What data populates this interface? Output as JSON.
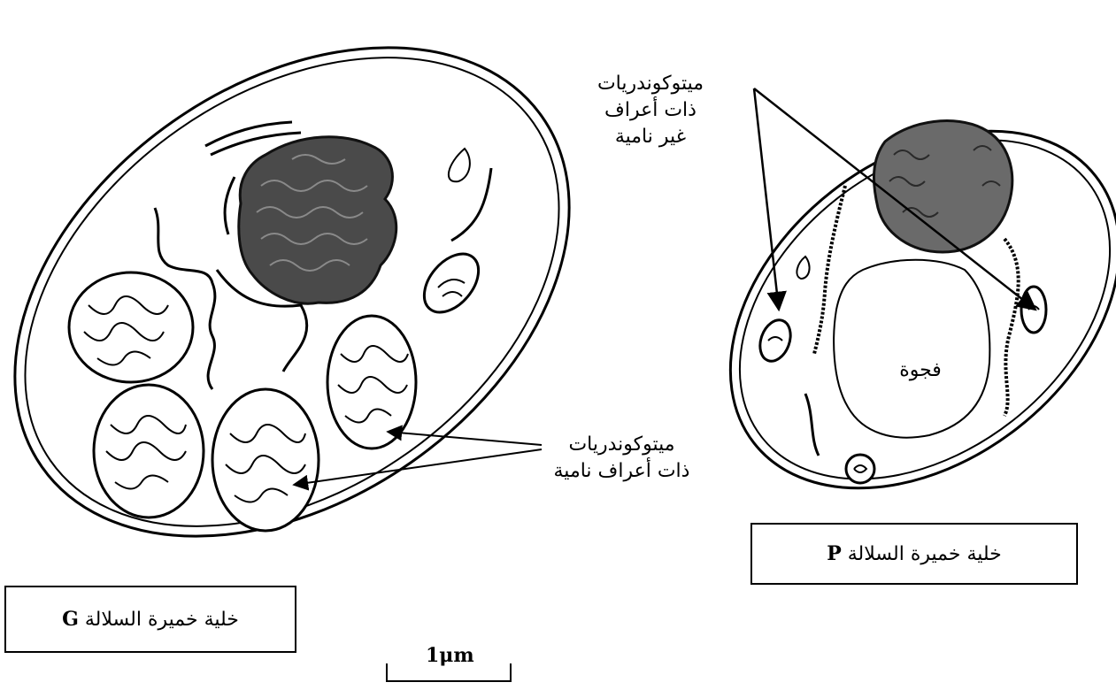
{
  "labels": {
    "cristae_developed": [
      "ميتوكوندريات",
      "ذات أعراف نامية"
    ],
    "cristae_undeveloped": [
      "ميتوكوندريات",
      "ذات أعراف",
      "غير نامية"
    ],
    "vacuole": "فجوة"
  },
  "captions": {
    "cell_g": {
      "text": "خلية خميرة السلالة",
      "strain": "G"
    },
    "cell_p": {
      "text": "خلية خميرة السلالة",
      "strain": "P"
    }
  },
  "scale_bar": "1μm"
}
